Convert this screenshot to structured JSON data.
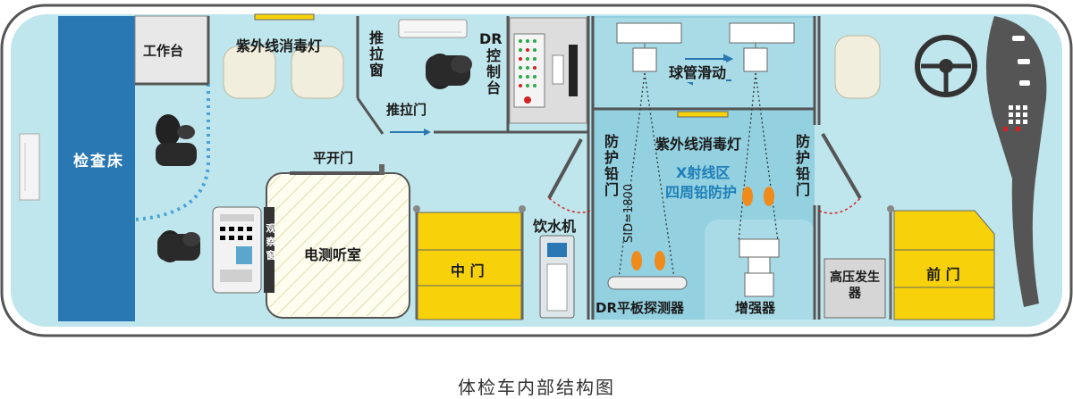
{
  "colors": {
    "floor": "#bfe6ec",
    "xray_zone": "#93d0e0",
    "exam_bed": "#2a78b3",
    "yellow": "#f7d20a",
    "wall": "#555555",
    "lead_door_arc": "#d22222",
    "caption_text": "#333333",
    "label_blue": "#1f7fb8"
  },
  "labels": {
    "exam_bed": "检查床",
    "workbench": "工作台",
    "uv_lamp_top": "紫外线消毒灯",
    "sliding_window": "推拉窗",
    "sliding_door": "推拉门",
    "dr_console": "DR控制台",
    "tube_slide": "球管滑动",
    "uv_lamp_xray": "紫外线消毒灯",
    "xray_zone_line1": "X射线区",
    "xray_zone_line2": "四周铅防护",
    "lead_door_left": "防护铅门",
    "lead_door_right": "防护铅门",
    "swing_door": "平开门",
    "audiometry_room": "电测听室",
    "observation_window": "观察窗",
    "middle_door": "中 门",
    "water_dispenser": "饮水机",
    "sid": "SID=1800",
    "dr_detector": "DR平板探测器",
    "intensifier": "增强器",
    "hv_generator": "高压发生器",
    "front_door": "前 门"
  },
  "caption": "体检车内部结构图",
  "icons": [
    "ac-unit-icon",
    "office-chair-icon",
    "armchair-icon",
    "steering-wheel-icon",
    "keypad-icon",
    "monitor-icon",
    "footprint-icon",
    "arrow-icon"
  ]
}
